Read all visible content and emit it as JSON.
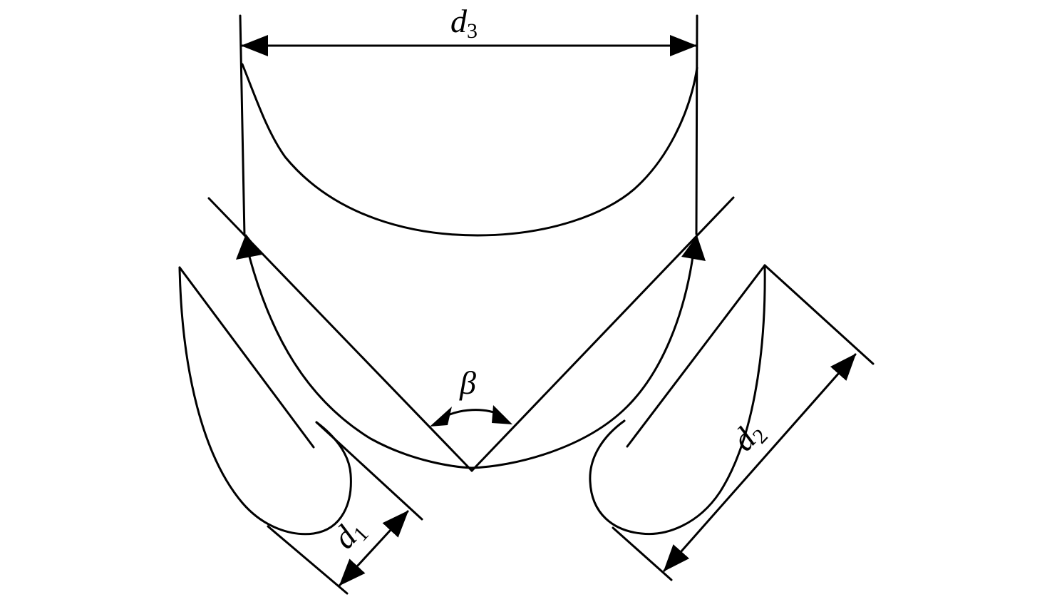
{
  "colors": {
    "stroke": "#000000",
    "background": "#ffffff"
  },
  "labels": {
    "d3": {
      "main": "d",
      "sub": "3"
    },
    "beta": "β",
    "d1": {
      "main": "d",
      "sub": "1"
    },
    "d2": {
      "main": "d",
      "sub": "2"
    }
  }
}
